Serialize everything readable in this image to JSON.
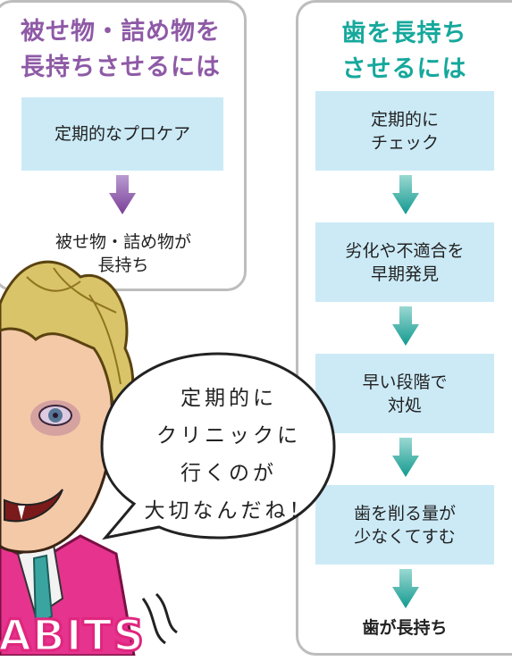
{
  "left_card": {
    "title": "被せ物・詰め物を\n長持ちさせるには",
    "step1": "定期的なプロケア",
    "result": "被せ物・詰め物が\n長持ち"
  },
  "right_card": {
    "title": "歯を長持ち\nさせるには",
    "step1": "定期的に\nチェック",
    "step2": "劣化や不適合を\n早期発見",
    "step3": "早い段階で\n対処",
    "step4": "歯を削る量が\n少なくてすむ",
    "result": "歯が長持ち"
  },
  "speech_bubble": "定期的に\nクリニックに\n行くのが\n大切なんだね！",
  "logo": "ABITS",
  "colors": {
    "left_accent": "#8e5aa6",
    "right_accent": "#16a89c",
    "box_fill": "#cbeaf6",
    "logo_pink": "#e0267f"
  }
}
